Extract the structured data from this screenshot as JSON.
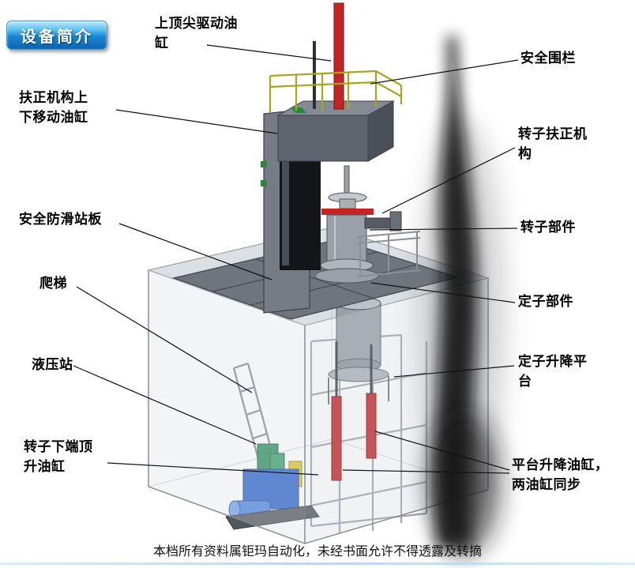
{
  "badge": {
    "label": "设备简介"
  },
  "labels": {
    "top_cylinder": "上顶尖驱动油\n缸",
    "safety_fence": "安全围栏",
    "centering_cylinder": "扶正机构上\n下移动油缸",
    "rotor_centering": "转子扶正机\n构",
    "anti_slip_platform": "安全防滑站板",
    "ladder": "爬梯",
    "rotor_part": "转子部件",
    "stator_part": "定子部件",
    "hydraulic_station": "液压站",
    "stator_lift_platform": "定子升降平\n台",
    "rotor_bottom_jack": "转子下端顶\n升油缸",
    "platform_lift_cylinders": "平台升降油缸，\n两油缸同步"
  },
  "footer": "本档所有资料属钜玛自动化，未经书面允许不得透露及转摘",
  "colors": {
    "accent_red": "#c42424",
    "railing_yellow": "#a9a520",
    "hydraulic_blue": "#2b63cc",
    "badge_blue": "#1581d0",
    "platform_grey": "#70757d"
  }
}
